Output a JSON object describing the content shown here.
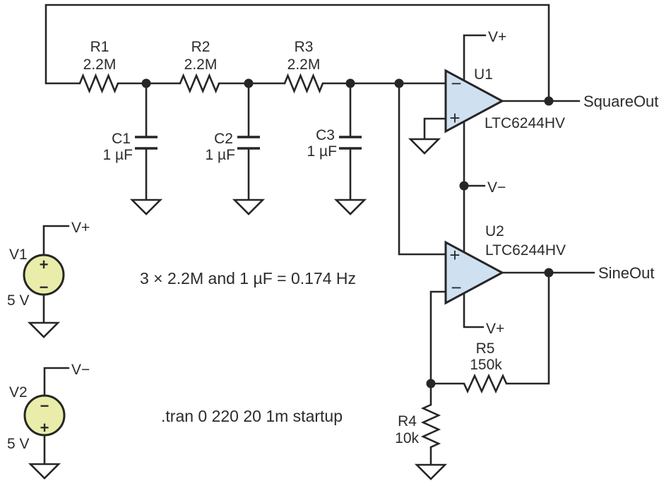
{
  "colors": {
    "background": "#ffffff",
    "stroke": "#262626",
    "opamp_fill": "#cfe0f1",
    "source_fill": "#e9eda9"
  },
  "signs": {
    "plus": "+",
    "minus": "−"
  },
  "resistors": {
    "r1": {
      "ref": "R1",
      "value": "2.2M"
    },
    "r2": {
      "ref": "R2",
      "value": "2.2M"
    },
    "r3": {
      "ref": "R3",
      "value": "2.2M"
    },
    "r4": {
      "ref": "R4",
      "value": "10k"
    },
    "r5": {
      "ref": "R5",
      "value": "150k"
    }
  },
  "capacitors": {
    "c1": {
      "ref": "C1",
      "value": "1 µF"
    },
    "c2": {
      "ref": "C2",
      "value": "1 µF"
    },
    "c3": {
      "ref": "C3",
      "value": "1 µF"
    }
  },
  "opamps": {
    "u1": {
      "ref": "U1",
      "part": "LTC6244HV"
    },
    "u2": {
      "ref": "U2",
      "part": "LTC6244HV"
    }
  },
  "sources": {
    "v1": {
      "ref": "V1",
      "value": "5 V"
    },
    "v2": {
      "ref": "V2",
      "value": "5 V"
    }
  },
  "rails": {
    "vplus": "V+",
    "vminus": "V−"
  },
  "outputs": {
    "square": "SquareOut",
    "sine": "SineOut"
  },
  "annotations": {
    "frequency": "3 × 2.2M and 1 µF = 0.174 Hz",
    "spice_directive": ".tran 0 220 20 1m startup"
  }
}
